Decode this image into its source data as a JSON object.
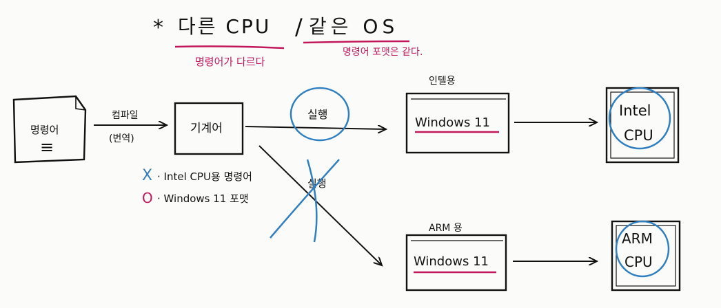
{
  "title": {
    "star": "*",
    "left": "다른 CPU",
    "slash": "/",
    "right": "같은 OS",
    "left_note": "명령어가 다르다",
    "right_note": "명령어 포맷은 같다."
  },
  "source": {
    "doc_label": "명령어",
    "doc_lines": "≡",
    "arrow_label_top": "컴파일",
    "arrow_label_bottom": "(번역)"
  },
  "machine_code": {
    "label": "기계어",
    "legend": [
      {
        "mark": "X",
        "text": "· Intel CPU용 명령어"
      },
      {
        "mark": "O",
        "text": "· Windows 11 포맷"
      }
    ]
  },
  "exec_ok_label": "실행",
  "exec_fail_label": "실행",
  "targets": [
    {
      "caption": "인텔용",
      "os_label": "Windows 11",
      "cpu_label_1": "Intel",
      "cpu_label_2": "CPU"
    },
    {
      "caption": "ARM 용",
      "os_label": "Windows 11",
      "cpu_label_1": "ARM",
      "cpu_label_2": "CPU"
    }
  ],
  "colors": {
    "ink": "#111111",
    "magenta": "#c2185b",
    "blue": "#2f7fc1"
  }
}
